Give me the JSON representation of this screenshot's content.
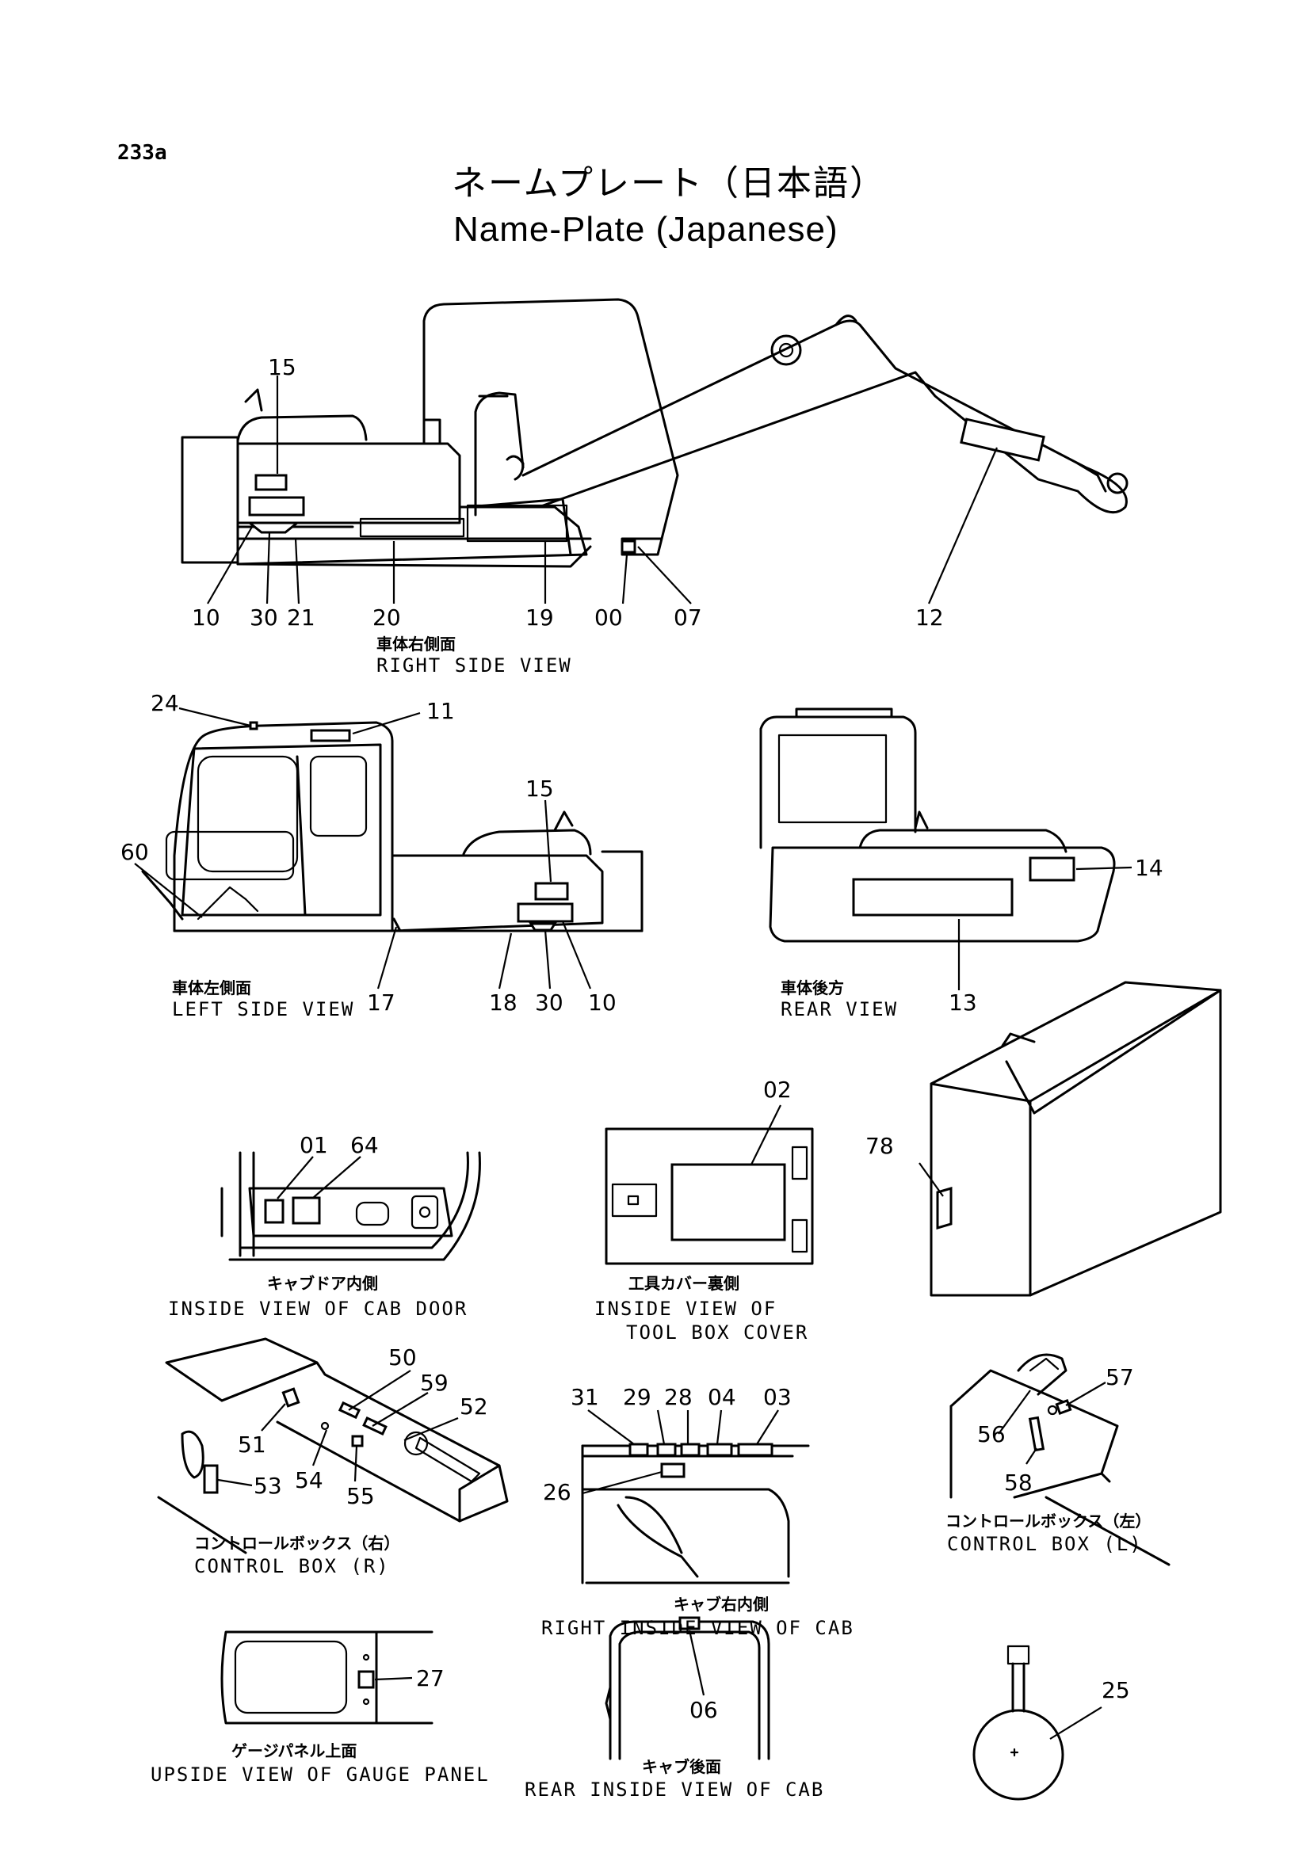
{
  "header": {
    "page_number": "233a",
    "title_jp": "ネームプレート（日本語）",
    "title_en": "Name-Plate (Japanese)"
  },
  "views": {
    "right_side": {
      "caption_jp": "車体右側面",
      "caption_en": "RIGHT SIDE VIEW",
      "callouts": [
        "15",
        "10",
        "30",
        "21",
        "20",
        "19",
        "00",
        "07",
        "12"
      ]
    },
    "left_side": {
      "caption_jp": "車体左側面",
      "caption_en": "LEFT SIDE VIEW",
      "callouts": [
        "24",
        "11",
        "15",
        "60",
        "17",
        "18",
        "30",
        "10"
      ]
    },
    "rear": {
      "caption_jp": "車体後方",
      "caption_en": "REAR VIEW",
      "callouts": [
        "14",
        "13"
      ]
    },
    "cab_door": {
      "caption_jp": "キャブドア内側",
      "caption_en": "INSIDE VIEW OF CAB DOOR",
      "callouts": [
        "01",
        "64"
      ]
    },
    "tool_box_cover": {
      "caption_jp": "工具カバー裏側",
      "caption_en_line1": "INSIDE VIEW OF",
      "caption_en_line2": "TOOL BOX COVER",
      "callouts": [
        "02"
      ]
    },
    "tank": {
      "callouts": [
        "78"
      ]
    },
    "control_box_r": {
      "caption_jp": "コントロールボックス（右）",
      "caption_en": "CONTROL BOX (R)",
      "callouts": [
        "50",
        "59",
        "52",
        "51",
        "54",
        "53",
        "55"
      ]
    },
    "right_inside_cab": {
      "caption_jp": "キャブ右内側",
      "caption_en": "RIGHT INSIDE VIEW OF CAB",
      "callouts": [
        "31",
        "29",
        "28",
        "04",
        "03",
        "26"
      ]
    },
    "control_box_l": {
      "caption_jp": "コントロールボックス（左）",
      "caption_en": "CONTROL BOX (L)",
      "callouts": [
        "57",
        "56",
        "58"
      ]
    },
    "gauge_panel": {
      "caption_jp": "ゲージパネル上面",
      "caption_en": "UPSIDE VIEW OF GAUGE PANEL",
      "callouts": [
        "27"
      ]
    },
    "rear_inside_cab": {
      "caption_jp": "キャブ後面",
      "caption_en": "REAR INSIDE VIEW OF CAB",
      "callouts": [
        "06"
      ]
    },
    "ring_plate": {
      "callouts": [
        "25"
      ]
    }
  }
}
